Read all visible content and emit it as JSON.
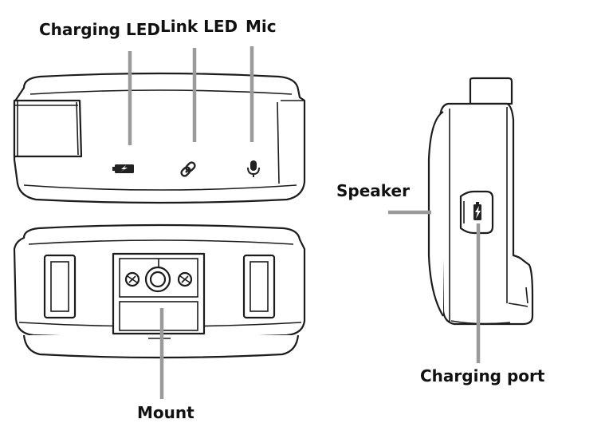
{
  "labels": {
    "charging_led": "Charging LED",
    "link_led": "Link LED",
    "mic": "Mic",
    "speaker": "Speaker",
    "charging_port": "Charging port",
    "mount": "Mount"
  },
  "icons": {
    "charging_led": "battery-charging-icon",
    "link_led": "link-icon",
    "mic": "microphone-icon",
    "charging_port": "usb-charging-port-icon",
    "mount": "tripod-mount-screw-icon"
  },
  "colors": {
    "outline": "#1c1c1c",
    "leader_line": "#9a9a9a",
    "text": "#111111"
  }
}
